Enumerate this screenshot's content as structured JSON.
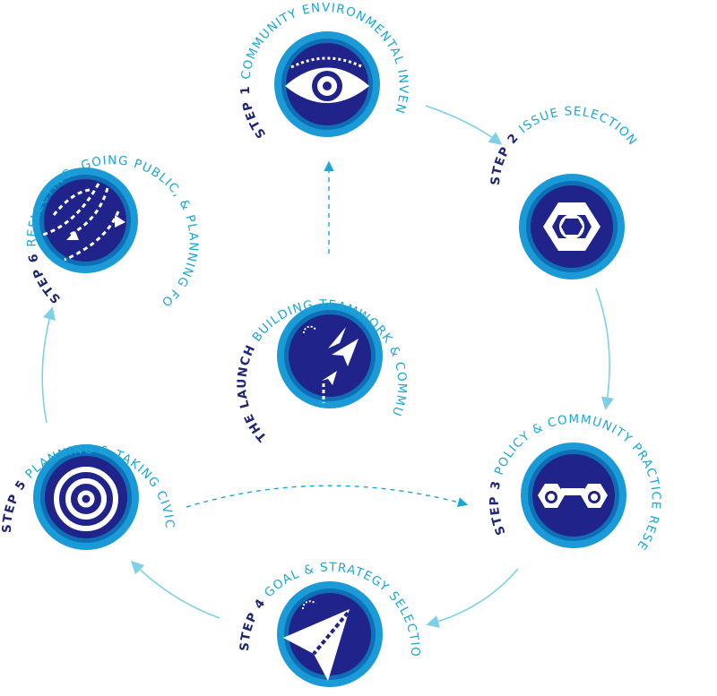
{
  "colors": {
    "outer_ring": "#1a9ad6",
    "inner_ring": "#0e6fb7",
    "core": "#20248a",
    "step_word": "#1d2575",
    "step_name": "#1aa7d6",
    "arrow": "#7ed0e6"
  },
  "steps": [
    {
      "id": "launch",
      "prefix": "THE LAUNCH",
      "name": "BUILDING TEAMWORK & COMMUNITY",
      "icon": "paper-planes-icon"
    },
    {
      "id": "step1",
      "prefix": "STEP 1",
      "name": "COMMUNITY ENVIRONMENTAL INVENTORY",
      "icon": "eye-icon"
    },
    {
      "id": "step2",
      "prefix": "STEP 2",
      "name": "ISSUE SELECTION",
      "icon": "hex-nut-icon"
    },
    {
      "id": "step3",
      "prefix": "STEP 3",
      "name": "POLICY & COMMUNITY PRACTICE RESEARCH",
      "icon": "binoculars-icon"
    },
    {
      "id": "step4",
      "prefix": "STEP 4",
      "name": "GOAL & STRATEGY SELECTION",
      "icon": "paper-plane-icon"
    },
    {
      "id": "step5",
      "prefix": "STEP 5",
      "name": "PLANNING & TAKING CIVIC ACTION",
      "icon": "target-icon"
    },
    {
      "id": "step6",
      "prefix": "STEP 6",
      "name": "REFLECTING, GOING PUBLIC, & PLANNING FOR THE FUTURE",
      "icon": "dashed-paths-icon"
    }
  ]
}
